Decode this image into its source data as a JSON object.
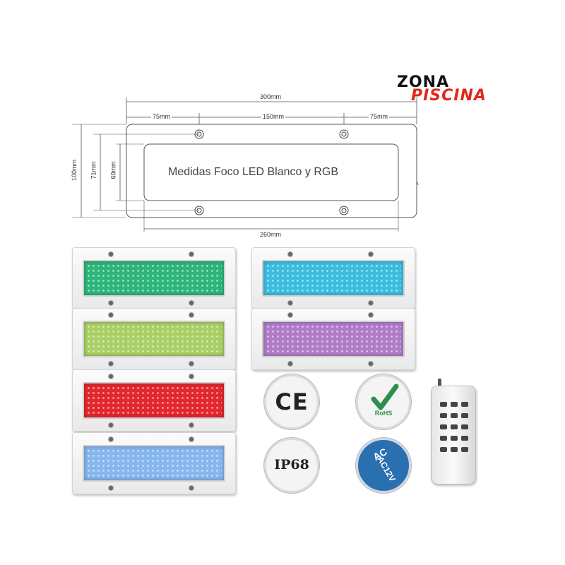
{
  "logo": {
    "line1": "ZONA",
    "line2": "PISCINA",
    "colors": {
      "line1": "#111111",
      "line2": "#e02a1c"
    }
  },
  "drawing": {
    "caption": "Medidas Foco LED Blanco y RGB",
    "dims": {
      "total_width": "300mm",
      "left_seg": "75mm",
      "mid_seg": "150mm",
      "right_seg": "75mm",
      "inner_width": "260mm",
      "total_height": "100mm",
      "mid_height": "71mm",
      "inner_height": "60mm"
    }
  },
  "panels": [
    {
      "name": "green",
      "color": "#2db57a"
    },
    {
      "name": "cyan",
      "color": "#3bbde0"
    },
    {
      "name": "yellow-green",
      "color": "#a9cf66"
    },
    {
      "name": "purple",
      "color": "#b07cc8"
    },
    {
      "name": "red",
      "color": "#e3272e"
    },
    {
      "name": "light-blue",
      "color": "#86b6ee"
    }
  ],
  "badges": {
    "ce": "CE",
    "rohs": "RoHS",
    "ip68": "IP68",
    "ac_top": "AC",
    "ac_bottom": "AC12V"
  },
  "icons": [
    "ce-mark-icon",
    "rohs-check-icon",
    "ip68-icon",
    "ac12v-icon",
    "remote-control-icon"
  ]
}
